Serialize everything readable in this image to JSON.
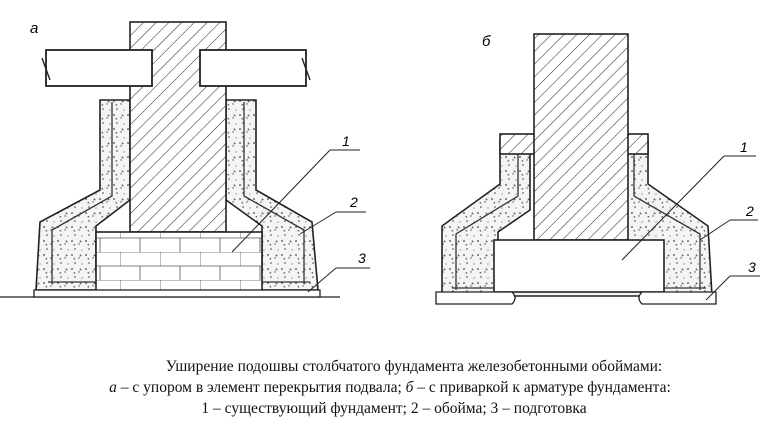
{
  "panels": {
    "a": {
      "label": "а"
    },
    "b": {
      "label": "б"
    }
  },
  "callouts": [
    "1",
    "2",
    "3"
  ],
  "caption": {
    "title": "Уширение подошвы столбчатого фундамента железобетонными обоймами:",
    "line2": {
      "a_letter": "а",
      "a_text": " – с упором в элемент перекрытия подвала; ",
      "b_letter": "б",
      "b_text": " – с приваркой к арматуре фундамента:"
    },
    "legend": "1 – существующий фундамент; 2 – обойма; 3 – подготовка"
  }
}
